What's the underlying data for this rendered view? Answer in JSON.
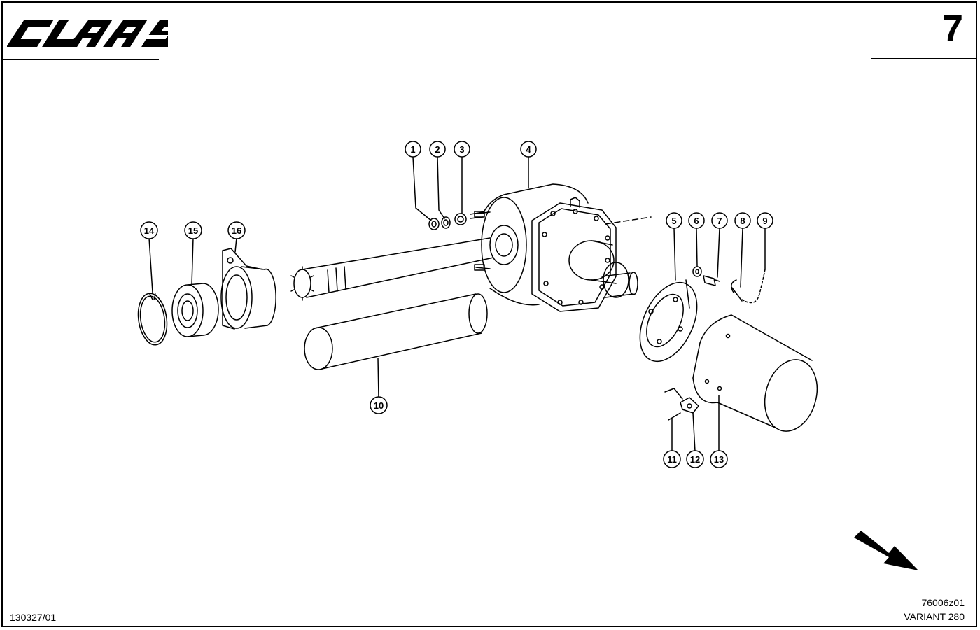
{
  "header": {
    "brand": "CLAAS",
    "page_number": "7"
  },
  "footer": {
    "doc_number": "130327/01",
    "drawing_ref": "76006z01",
    "model": "VARIANT 280"
  },
  "callouts": [
    "1",
    "2",
    "3",
    "4",
    "5",
    "6",
    "7",
    "8",
    "9",
    "10",
    "11",
    "12",
    "13",
    "14",
    "15",
    "16"
  ],
  "icons": {
    "direction_arrow": "arrow-down-right-icon"
  }
}
